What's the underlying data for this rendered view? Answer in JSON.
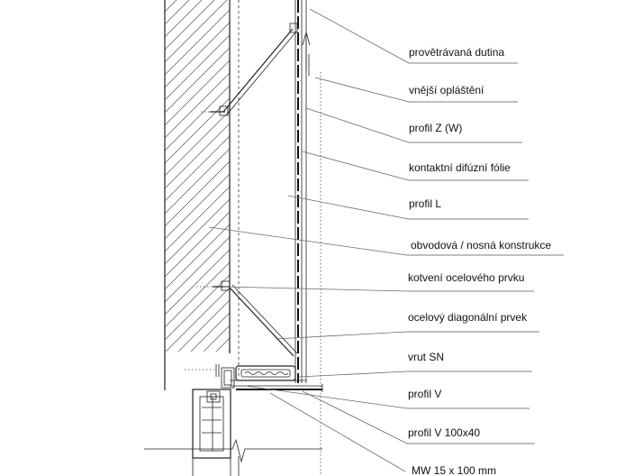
{
  "labels": [
    "provětrávaná dutina",
    "vnější opláštění",
    "profil Z (W)",
    "kontaktní difúzní fólie",
    "profil L",
    "obvodová / nosná konstrukce",
    "kotvení ocelového prvku",
    "ocelový diagonální prvek",
    "vrut SN",
    "profil V",
    "profil V 100x40",
    "MW 15 x 100 mm"
  ]
}
